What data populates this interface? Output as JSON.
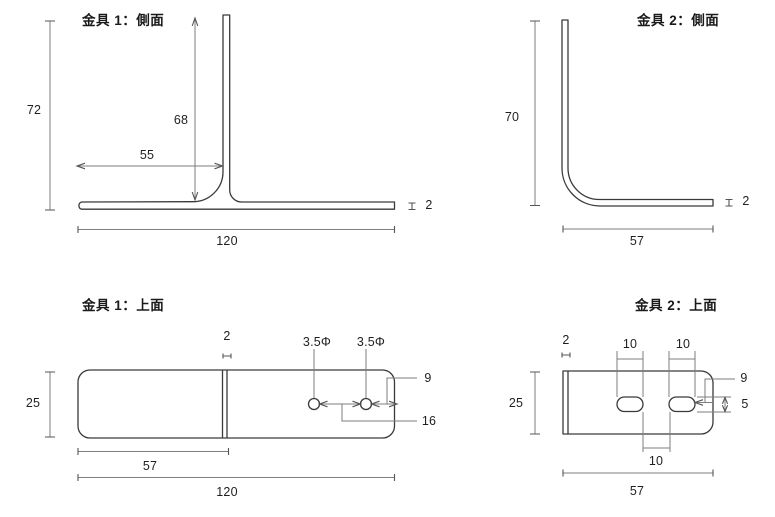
{
  "document_type": "technical-drawing",
  "colors": {
    "background": "#ffffff",
    "outline": "#3a3a3a",
    "dimension_line": "#7e7e7e",
    "text": "#1f1f1f"
  },
  "views": {
    "bracket1_side": {
      "title": "金具 1：側面",
      "dim_overall_height": "72",
      "dim_inner_height": "68",
      "dim_flange_offset": "55",
      "dim_length": "120",
      "dim_thickness": "2"
    },
    "bracket2_side": {
      "title": "金具 2：側面",
      "dim_overall_height": "70",
      "dim_length": "57",
      "dim_thickness": "2"
    },
    "bracket1_top": {
      "title": "金具 1：上面",
      "dim_width": "25",
      "dim_bend_thickness": "2",
      "dim_hole_left": "3.5Φ",
      "dim_hole_right": "3.5Φ",
      "dim_edge_to_hole": "9",
      "dim_hole_pitch": "16",
      "dim_bend_offset": "57",
      "dim_length": "120"
    },
    "bracket2_top": {
      "title": "金具 2：上面",
      "dim_width": "25",
      "dim_bend_thickness": "2",
      "dim_slot_left_width": "10",
      "dim_slot_right_width": "10",
      "dim_slot_gap": "10",
      "dim_edge_to_slot": "9",
      "dim_slot_height": "5",
      "dim_length": "57"
    }
  }
}
